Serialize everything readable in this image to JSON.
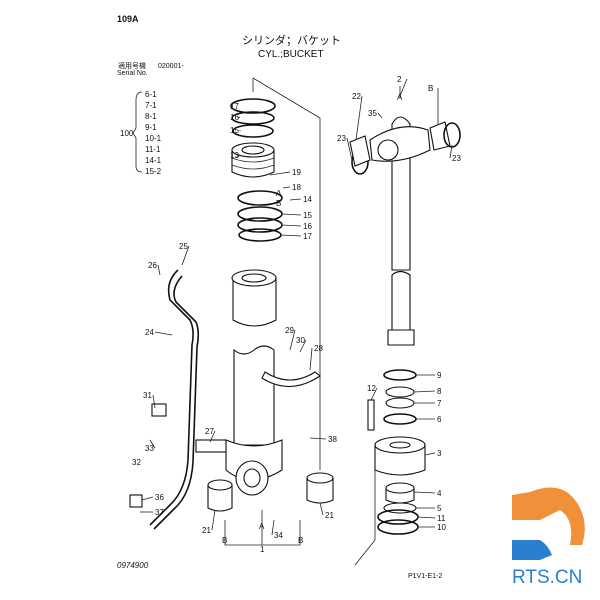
{
  "header": {
    "page_code": "109A",
    "title_jp": "シリンダ；バケット",
    "title_en": "CYL.;BUCKET",
    "serial_label_jp": "適用号機",
    "serial_value": "020001-",
    "serial_label_en": "Serial No."
  },
  "kit": {
    "number": "100",
    "items": [
      "6-1",
      "7-1",
      "8-1",
      "9-1",
      "10-1",
      "11-1",
      "14-1",
      "15-2"
    ]
  },
  "callouts": [
    "17",
    "16",
    "15",
    "13",
    "19",
    "18",
    "A",
    "B",
    "14",
    "15",
    "16",
    "17",
    "25",
    "26",
    "24",
    "29",
    "30",
    "28",
    "31",
    "33",
    "32",
    "27",
    "38",
    "36",
    "37",
    "34",
    "21",
    "21",
    "A",
    "B",
    "B",
    "1",
    "2",
    "A",
    "B",
    "35",
    "22",
    "23",
    "23",
    "12",
    "9",
    "8",
    "7",
    "6",
    "3",
    "4",
    "5",
    "11",
    "10"
  ],
  "footer": {
    "drawing_number": "0974900",
    "page_ref": "P1V1-E1-2"
  },
  "watermark": {
    "text": "RTS.CN",
    "colors": {
      "orange": "#f0913a",
      "blue": "#2b7fd0"
    }
  }
}
